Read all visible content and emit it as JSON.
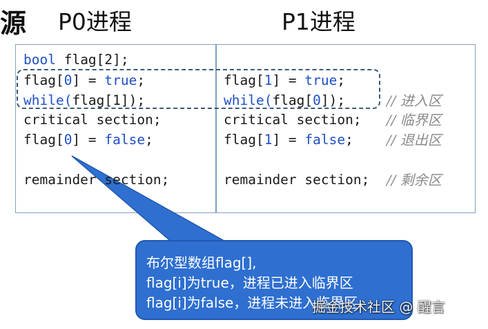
{
  "header": {
    "title_char": "源",
    "p0_title": "P0进程",
    "p1_title": "P1进程"
  },
  "p0_code": {
    "decl": "bool flag[2];",
    "line1_a": "flag[",
    "line1_idx": "0",
    "line1_b": "] = ",
    "line1_val": "true",
    "line1_c": ";",
    "line2_kw": "while(",
    "line2_b": "flag[1]",
    "line2_c": ");",
    "line3": "critical section;",
    "line4_a": "flag[",
    "line4_idx": "0",
    "line4_b": "] = ",
    "line4_val": "false",
    "line4_c": ";",
    "line5": "remainder section;"
  },
  "p1_code": {
    "line1_a": "flag[",
    "line1_idx": "1",
    "line1_b": "] = ",
    "line1_val": "true",
    "line1_c": ";",
    "line2_kw": "while(",
    "line2_b": "flag[",
    "line2_idx": "0",
    "line2_c": "]);",
    "line3": "critical section;",
    "line4_a": "flag[",
    "line4_idx": "1",
    "line4_b": "] = ",
    "line4_val": "false",
    "line4_c": ";",
    "line5": "remainder section;"
  },
  "comments": {
    "entry": "// 进入区",
    "critical": "// 临界区",
    "exit": "// 退出区",
    "remainder": "// 剩余区"
  },
  "callout": {
    "line1": "布尔型数组flag[],",
    "line2": "flag[i]为true，进程已进入临界区",
    "line3": "flag[i]为false，进程未进入临界区"
  },
  "watermark": "掘金技术社区 @ 醒言",
  "colors": {
    "keyword": "#1f4fc4",
    "callout_bg": "#2e6fd0",
    "border": "#7f9fbe"
  }
}
